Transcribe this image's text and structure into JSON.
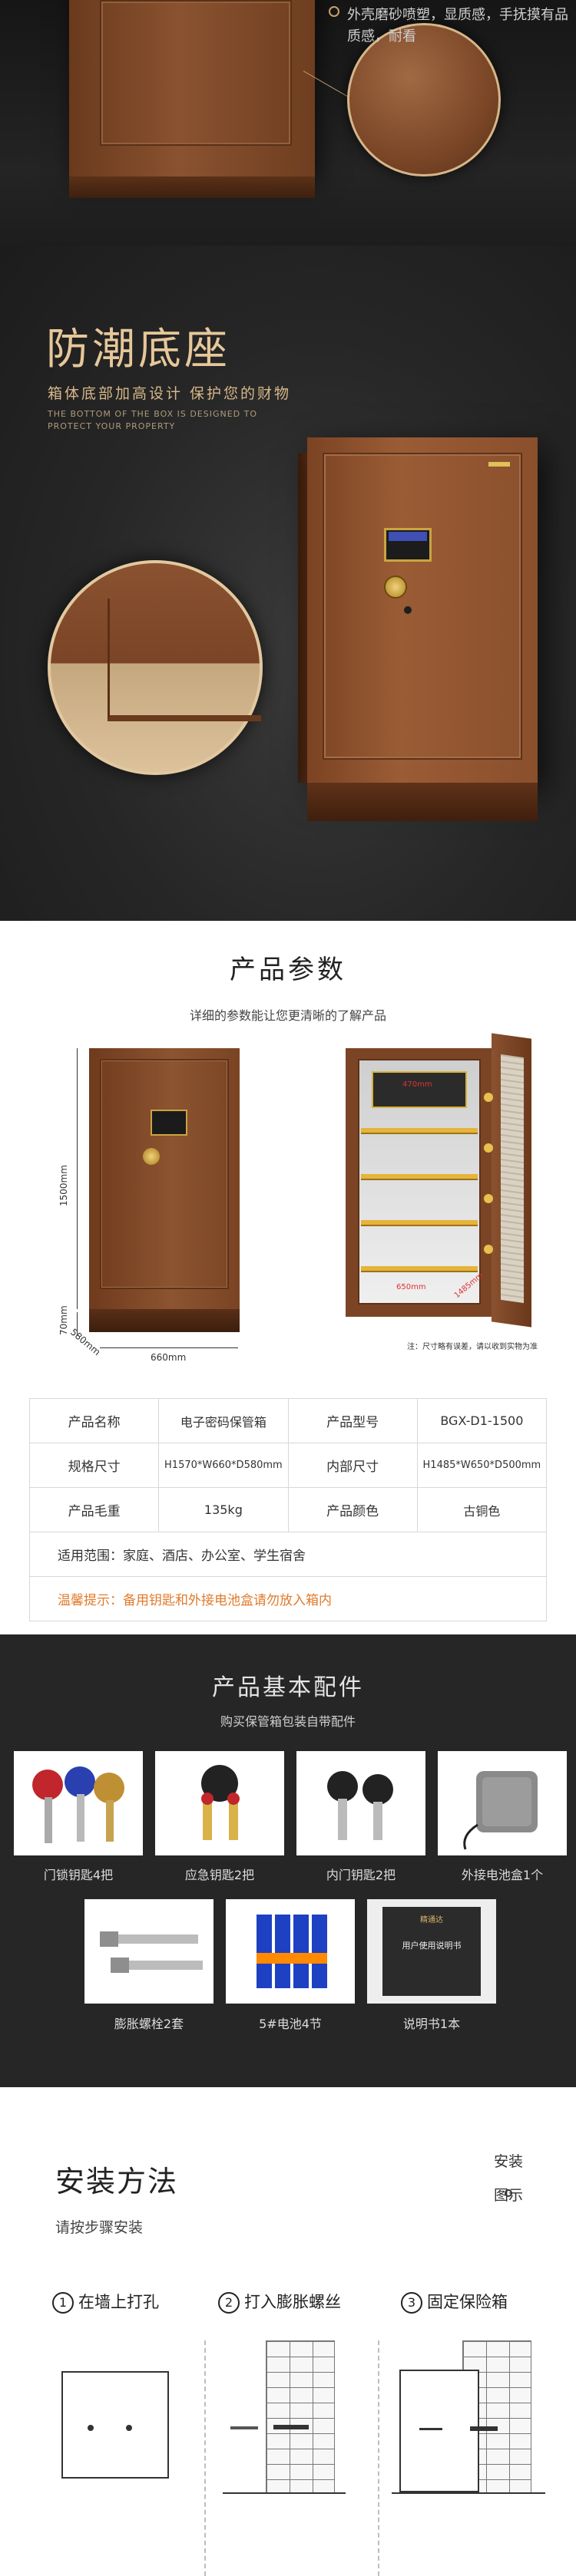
{
  "section1": {
    "description": "外壳磨砂喷塑，显质感，手抚摸有品质感，耐看"
  },
  "section2": {
    "title": "防潮底座",
    "subtitle": "箱体底部加高设计 保护您的财物",
    "english": "THE BOTTOM OF THE BOX IS DESIGNED TO PROTECT YOUR PROPERTY"
  },
  "params": {
    "title": "产品参数",
    "subtitle": "详细的参数能让您更清晰的了解产品",
    "dim_height": "1500mm",
    "dim_base": "70mm",
    "dim_depth": "580mm",
    "dim_width": "660mm",
    "inner_red_1": "470mm",
    "inner_red_2": "650mm",
    "inner_red_3": "1485mm",
    "note": "注：尺寸略有误差，请以收到实物为准",
    "table": {
      "name_label": "产品名称",
      "name_value": "电子密码保管箱",
      "model_label": "产品型号",
      "model_value": "BGX-D1-1500",
      "size_label": "规格尺寸",
      "size_value": "H1570*W660*D580mm",
      "inner_label": "内部尺寸",
      "inner_value": "H1485*W650*D500mm",
      "weight_label": "产品毛重",
      "weight_value": "135kg",
      "color_label": "产品颜色",
      "color_value": "古铜色",
      "scope": "适用范围：家庭、酒店、办公室、学生宿舍",
      "tip": "温馨提示：备用钥匙和外接电池盒请勿放入箱内"
    }
  },
  "accessories": {
    "title": "产品基本配件",
    "subtitle": "购买保管箱包装自带配件",
    "items": [
      "门锁钥匙4把",
      "应急钥匙2把",
      "内门钥匙2把",
      "外接电池盒1个",
      "膨胀螺栓2套",
      "5#电池4节",
      "说明书1本"
    ],
    "manual_brand": "精通达",
    "manual_title": "用户使用说明书"
  },
  "install": {
    "title": "安装方法",
    "subtitle": "请按步骤安装",
    "side_top": "安装",
    "side_bottom": "图示",
    "steps": [
      {
        "num": "1",
        "label": "在墙上打孔"
      },
      {
        "num": "2",
        "label": "打入膨胀螺丝"
      },
      {
        "num": "3",
        "label": "固定保险箱"
      }
    ]
  },
  "colors": {
    "bronze": "#8a5230",
    "gold_text": "#e6c79a",
    "tip_orange": "#e07b2c",
    "dark_bg": "#262626"
  }
}
